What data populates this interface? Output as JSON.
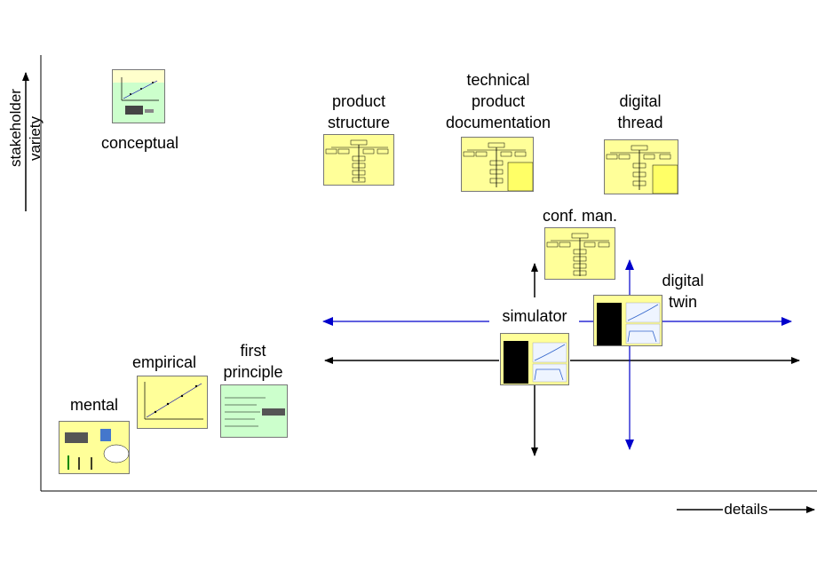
{
  "axes": {
    "y_label_line1": "stakeholder",
    "y_label_line2": "variety",
    "x_label": "details"
  },
  "labels": {
    "conceptual": "conceptual",
    "mental": "mental",
    "empirical": "empirical",
    "first_principle_1": "first",
    "first_principle_2": "principle",
    "product_structure_1": "product",
    "product_structure_2": "structure",
    "tpd_1": "technical",
    "tpd_2": "product",
    "tpd_3": "documentation",
    "digital_thread_1": "digital",
    "digital_thread_2": "thread",
    "conf_man": "conf. man.",
    "simulator": "simulator",
    "digital_twin_1": "digital",
    "digital_twin_2": "twin"
  },
  "colors": {
    "black_arrows": "#000000",
    "blue_arrows": "#0000cc",
    "thumb_yellow": "#ffff99",
    "thumb_green": "#ccffcc"
  }
}
